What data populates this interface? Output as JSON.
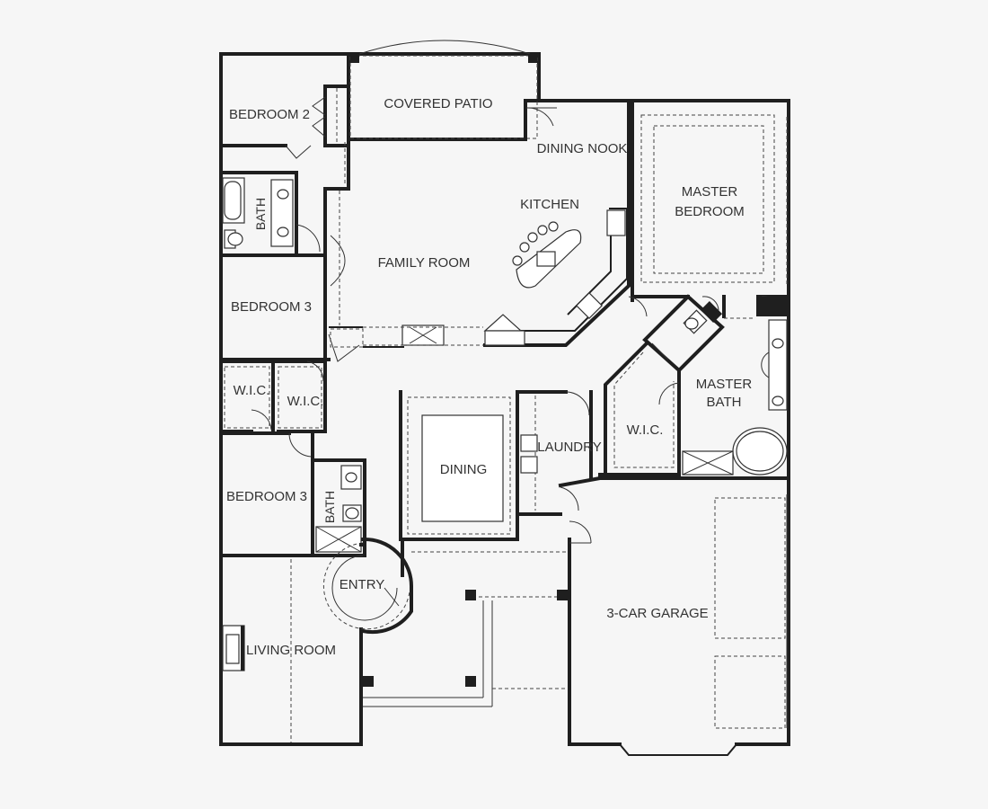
{
  "rooms": {
    "bedroom2": "BEDROOM 2",
    "covered_patio": "COVERED PATIO",
    "dining_nook": "DINING NOOK",
    "kitchen": "KITCHEN",
    "master_bedroom_1": "MASTER",
    "master_bedroom_2": "BEDROOM",
    "bath_upper": "BATH",
    "family_room": "FAMILY ROOM",
    "bedroom3_upper": "BEDROOM 3",
    "wic_left": "W.I.C.",
    "wic_mid": "W.I.C.",
    "master_bath_1": "MASTER",
    "master_bath_2": "BATH",
    "wic_master": "W.I.C.",
    "dining": "DINING",
    "laundry": "LAUNDRY",
    "bedroom3_lower": "BEDROOM 3",
    "bath_lower": "BATH",
    "entry": "ENTRY",
    "garage": "3-CAR GARAGE",
    "living_room": "LIVING ROOM"
  }
}
